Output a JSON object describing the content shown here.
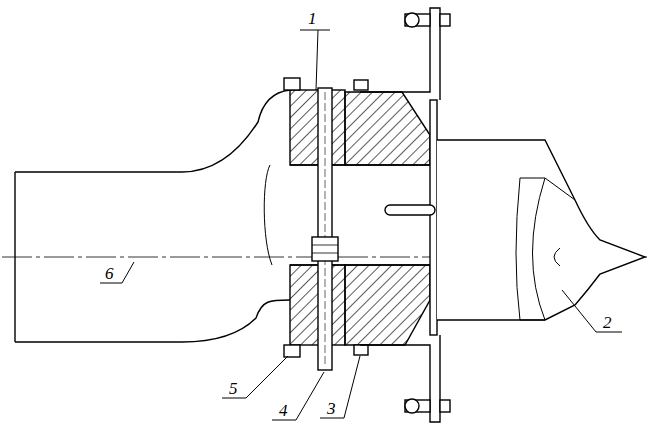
{
  "diagram": {
    "labels": [
      "1",
      "6",
      "2",
      "5",
      "4",
      "3"
    ]
  }
}
